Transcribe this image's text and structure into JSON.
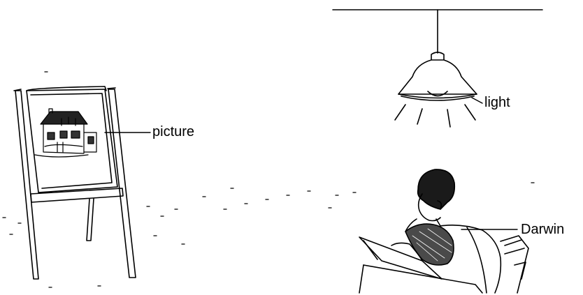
{
  "labels": {
    "picture": "picture",
    "light": "light",
    "darwin": "Darwin"
  },
  "colors": {
    "ink": "#000000",
    "paper": "#ffffff"
  }
}
